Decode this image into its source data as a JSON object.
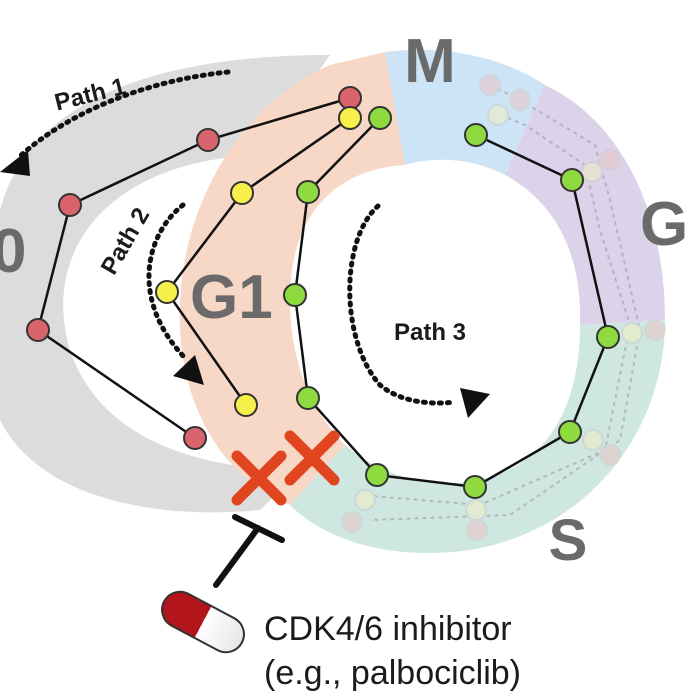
{
  "phases": {
    "g0": "0",
    "g1": "G1",
    "m": "M",
    "g2": "G",
    "s": "S"
  },
  "paths": {
    "path1": "Path 1",
    "path2": "Path 2",
    "path3": "Path 3"
  },
  "inhibitor": {
    "line1": "CDK4/6 inhibitor",
    "line2": "(e.g., palbociclib)"
  },
  "colors": {
    "g0_band": "#dcdcdc",
    "g1_band": "#f7d8c6",
    "m_band": "#cde4f6",
    "g2_band": "#dcd2ea",
    "s_band": "#cfe7e1",
    "red_node": "#d9636d",
    "yellow_node": "#f7f04a",
    "green_node": "#8fdb3f",
    "block_x": "#e0451f",
    "pill_red": "#b3151c"
  }
}
